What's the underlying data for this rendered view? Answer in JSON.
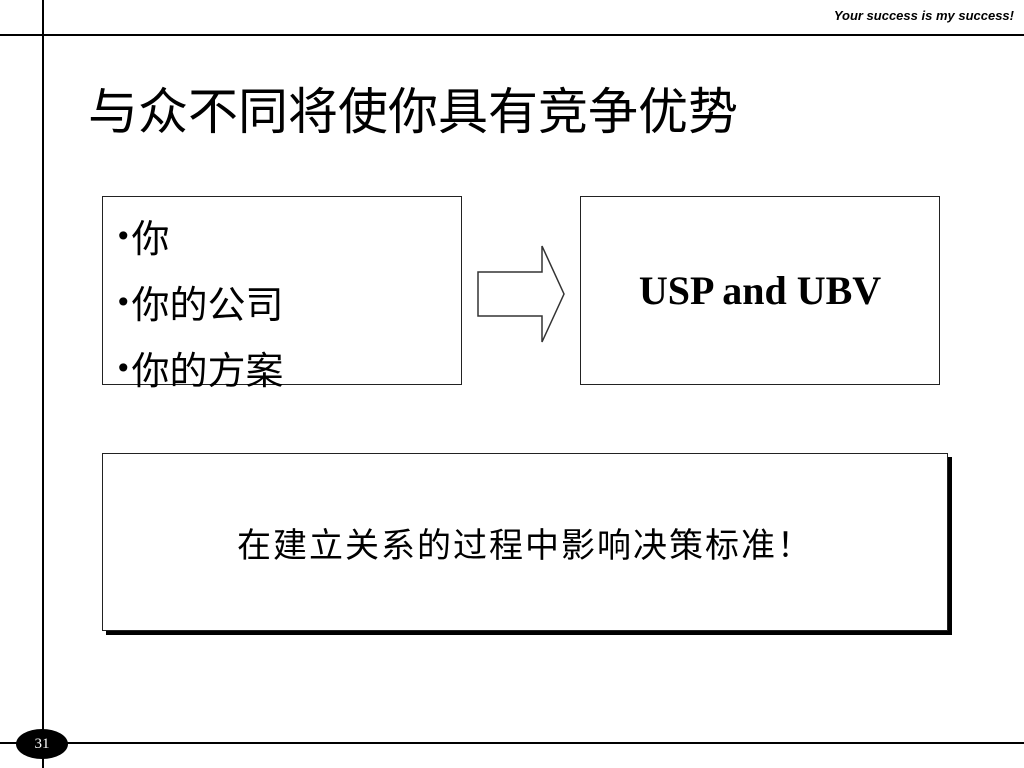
{
  "header": {
    "tagline": "Your success is my success!"
  },
  "slide": {
    "title": "与众不同将使你具有竞争优势",
    "left_box": {
      "items": [
        "你",
        "你的公司",
        "你的方案"
      ]
    },
    "right_box": {
      "text": "USP and UBV"
    },
    "statement": "在建立关系的过程中影响决策标准！"
  },
  "footer": {
    "page_number": "31"
  },
  "icons": {
    "arrow": "right-arrow-icon"
  }
}
